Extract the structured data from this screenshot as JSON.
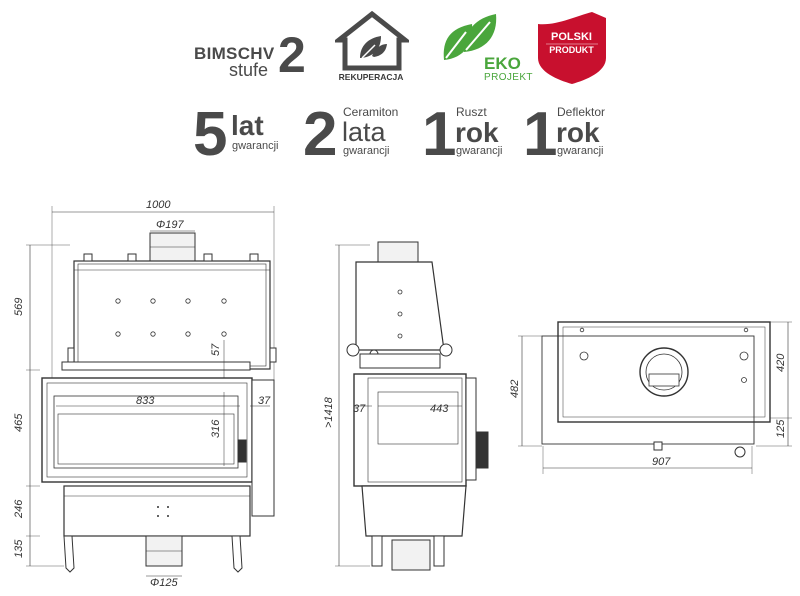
{
  "badges": {
    "bimschv": {
      "title": "BIMSCHV",
      "sub": "stufe",
      "number": "2"
    },
    "rekuperacja": {
      "label": "REKUPERACJA"
    },
    "eko": {
      "label": "EKO",
      "sub": "PROJEKT"
    },
    "polski_produkt": {
      "line1": "POLSKI",
      "line2": "PRODUKT"
    }
  },
  "colors": {
    "text_dark": "#4a4a4a",
    "eko_green": "#4aa63c",
    "polski_red": "#c8102e",
    "line": "#333333"
  },
  "warranty": [
    {
      "number": "5",
      "unit": "lat",
      "caption": "",
      "note": "gwarancji"
    },
    {
      "number": "2",
      "unit": "lata",
      "caption": "Ceramiton",
      "note": "gwarancji"
    },
    {
      "number": "1",
      "unit": "rok",
      "caption": "Ruszt",
      "note": "gwarancji"
    },
    {
      "number": "1",
      "unit": "rok",
      "caption": "Deflektor",
      "note": "gwarancji"
    }
  ],
  "dimensions": {
    "front": {
      "width_total": "1000",
      "flue_diameter": "Φ197",
      "height_top": "569",
      "height_door": "465",
      "height_base": "246",
      "height_legs": "135",
      "glass_width": "833",
      "glass_height": "316",
      "top_offset": "57",
      "side_offset": "37",
      "air_inlet_diameter": "Φ125"
    },
    "side": {
      "height_total": ">1418",
      "glass_width": "443",
      "side_offset": "37"
    },
    "top_view": {
      "width": "907",
      "depth_total": "482",
      "depth_upper": "420",
      "depth_lower": "125"
    }
  }
}
